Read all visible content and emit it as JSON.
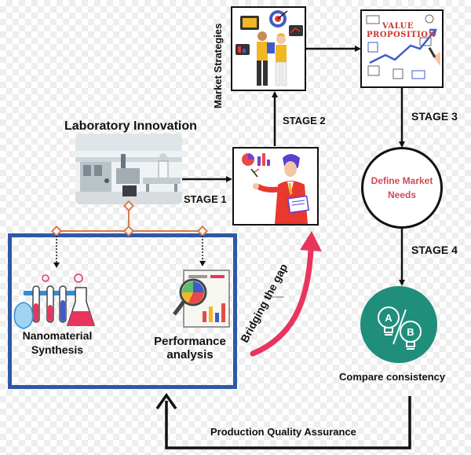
{
  "stages": {
    "stage1": "STAGE 1",
    "stage2": "STAGE 2",
    "stage3": "STAGE 3",
    "stage4": "STAGE 4"
  },
  "nodes": {
    "lab_title": "Laboratory Innovation",
    "market_strategies": "Market Strategies",
    "value_proposition": "VALUE PROPOSITION",
    "define_market_needs": "Define Market Needs",
    "compare_consistency": "Compare consistency",
    "nanomaterial_synthesis": "Nanomaterial Synthesis",
    "performance_analysis": "Performance analysis"
  },
  "arrows": {
    "bridging_gap": "Bridging the gap",
    "production_qa": "Production Quality Assurance"
  },
  "icons": {
    "compare_a": "A",
    "compare_b": "B",
    "lab": "laboratory-photo-icon",
    "flasks": "test-tubes-flask-icon",
    "analysis": "magnifier-report-icon",
    "presenter": "presenter-chart-icon",
    "team": "business-team-target-icon",
    "value": "value-proposition-sketch-icon"
  },
  "colors": {
    "blue_box": "#2f58a6",
    "orange_bracket": "#d97a4b",
    "pink_arrow": "#e8345f",
    "define_circle_text": "#d14b54",
    "compare_circle": "#1f8f7c"
  }
}
